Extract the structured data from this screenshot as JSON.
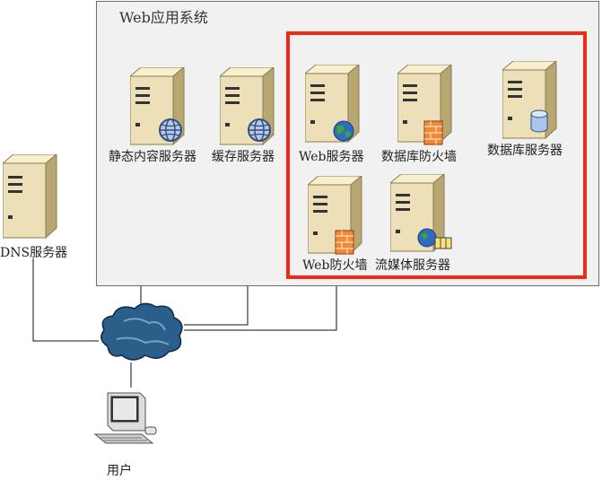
{
  "system_title": "Web应用系统",
  "nodes": {
    "static": {
      "label": "静态内容服务器",
      "badge": "globe"
    },
    "cache": {
      "label": "缓存服务器",
      "badge": "globe"
    },
    "web": {
      "label": "Web服务器",
      "badge": "earth"
    },
    "db_firewall": {
      "label": "数据库防火墙",
      "badge": "firewall"
    },
    "db": {
      "label": "数据库服务器",
      "badge": "database"
    },
    "web_firewall": {
      "label": "Web防火墙",
      "badge": "firewall"
    },
    "media": {
      "label": "流媒体服务器",
      "badge": "media"
    },
    "dns": {
      "label": "DNS服务器",
      "badge": "none"
    },
    "user": {
      "label": "用户"
    }
  },
  "colors": {
    "highlight": "#ee2a16",
    "system_bg": "#f1f1f1",
    "server_body": "#ede0b8",
    "cloud": "#2b5f8a"
  }
}
